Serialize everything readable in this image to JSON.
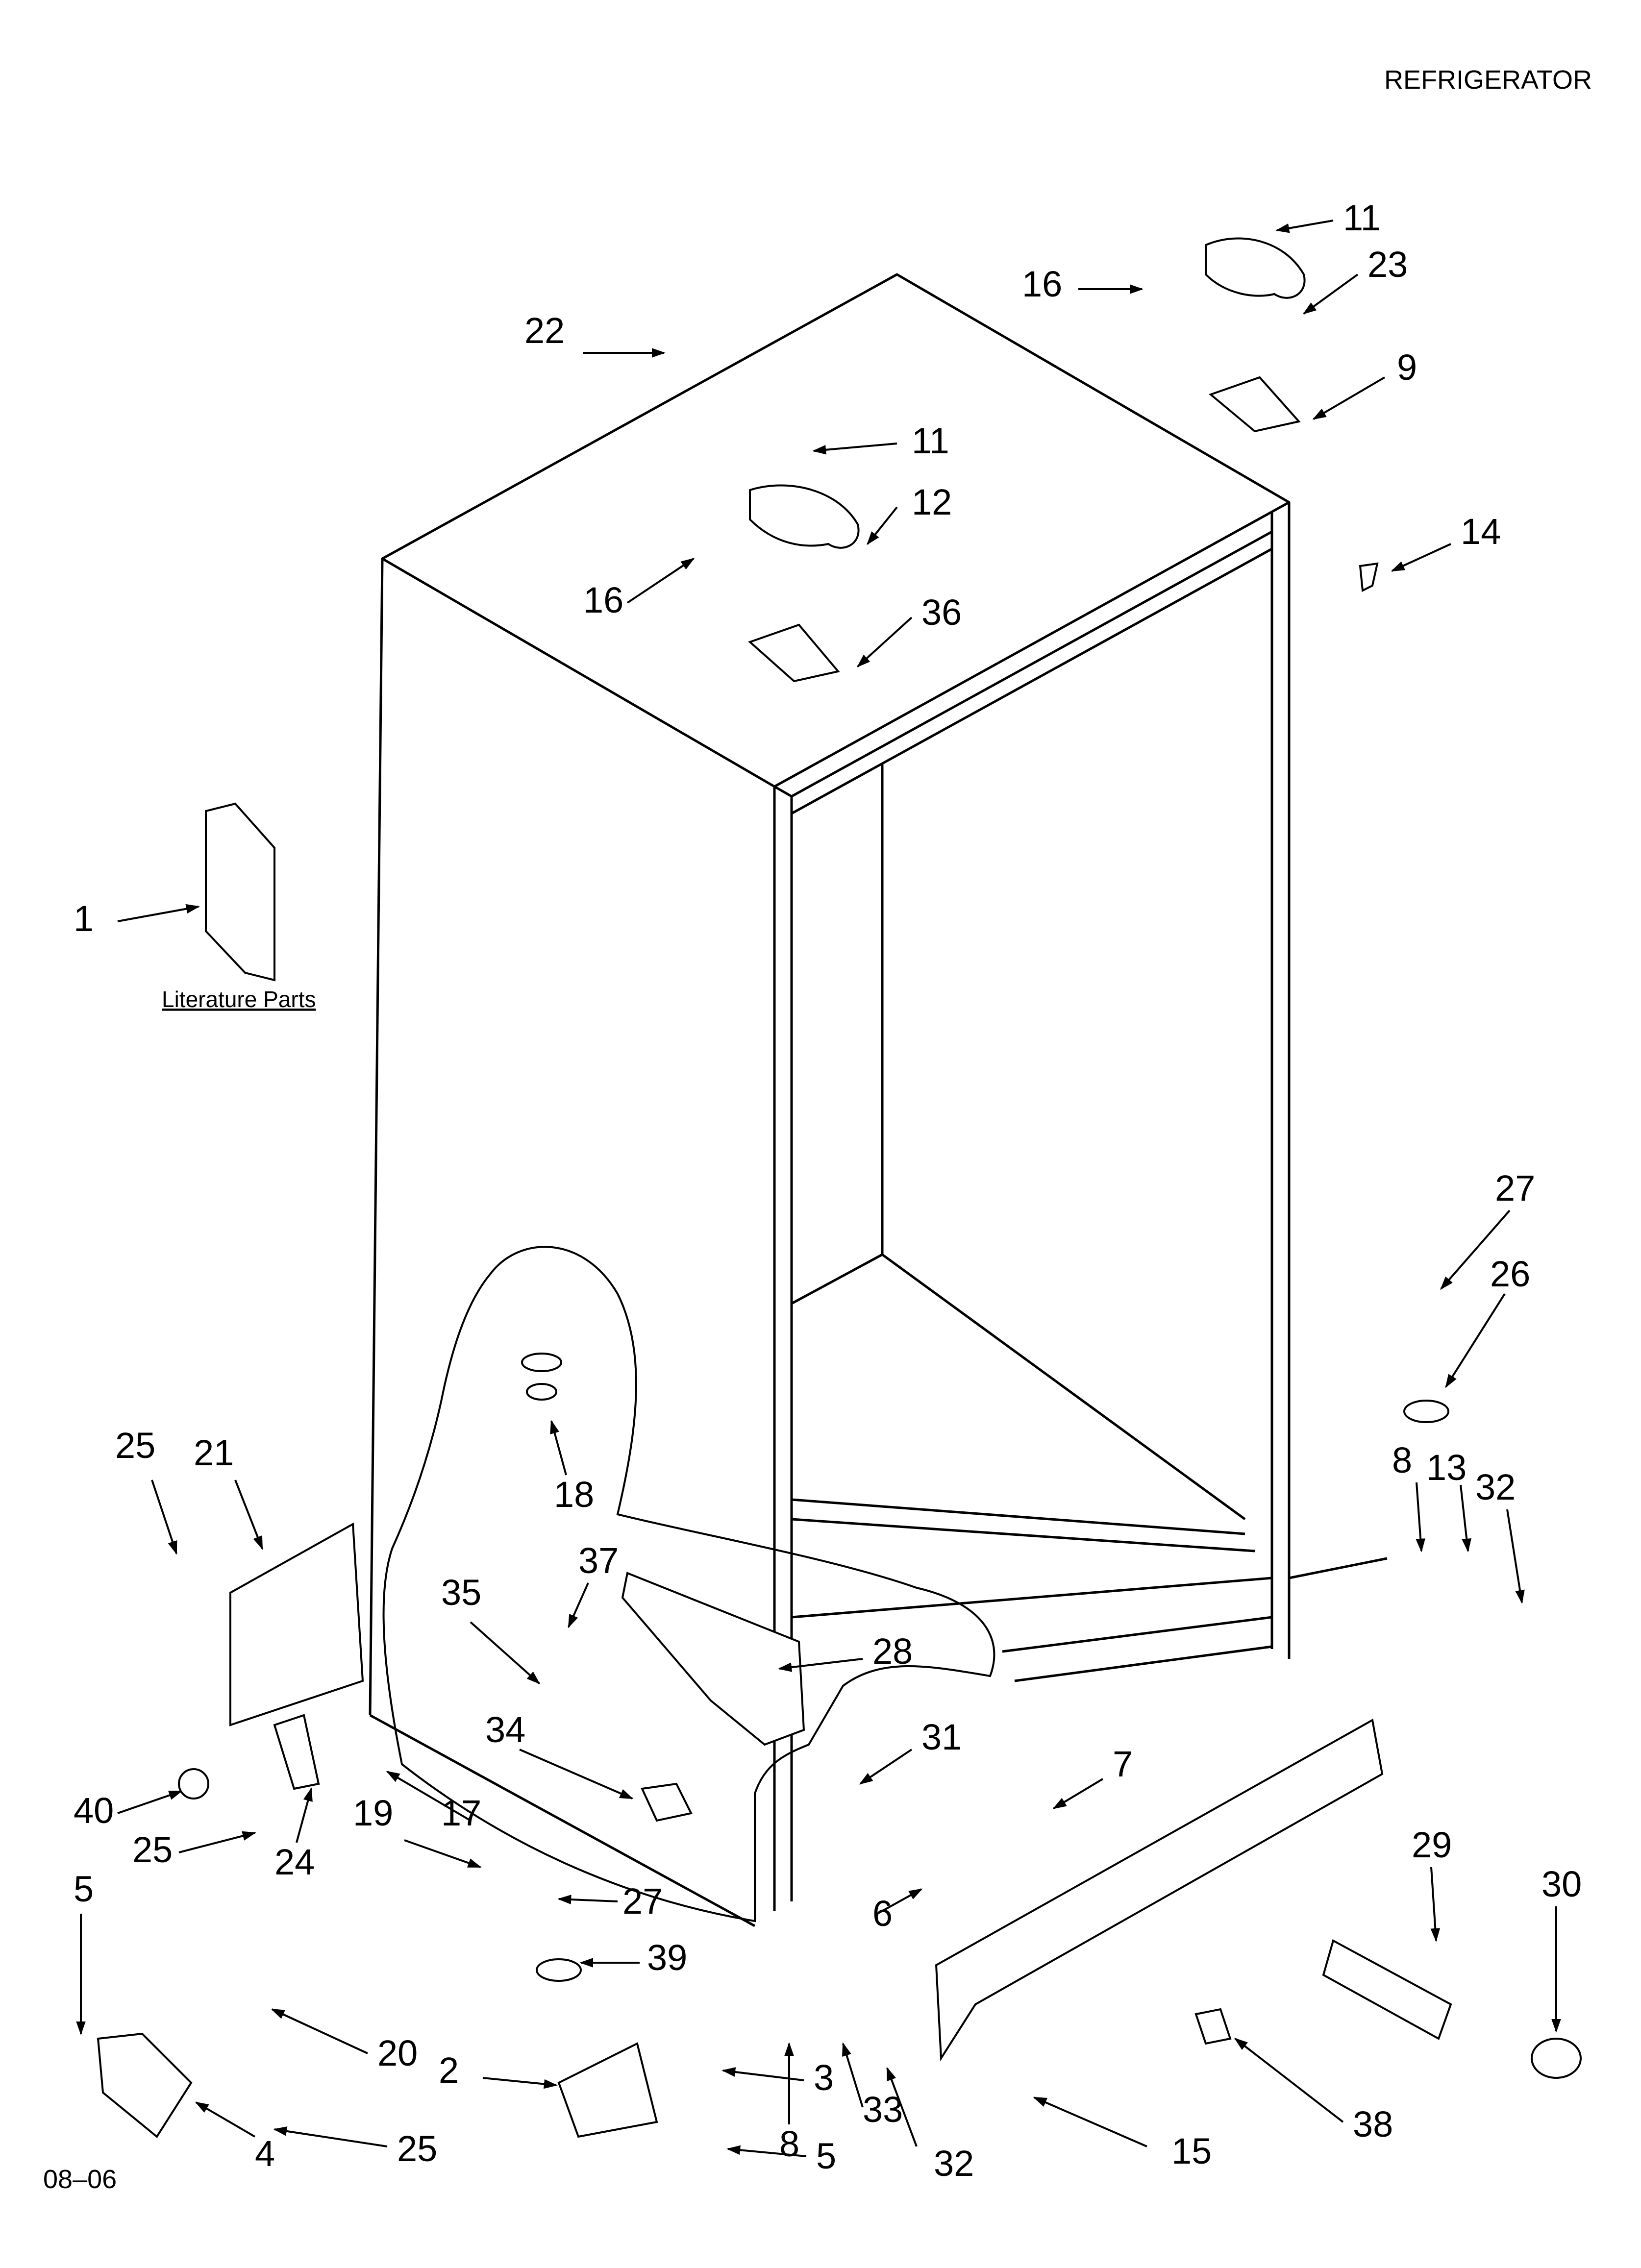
{
  "header": {
    "title": "REFRIGERATOR"
  },
  "footer": {
    "code": "08–06"
  },
  "caption": {
    "literature": "Literature Parts"
  },
  "callouts": [
    "1",
    "22",
    "11",
    "23",
    "16",
    "9",
    "11",
    "12",
    "16",
    "36",
    "14",
    "27",
    "26",
    "25",
    "21",
    "18",
    "8",
    "13",
    "32",
    "37",
    "35",
    "28",
    "34",
    "31",
    "7",
    "40",
    "25",
    "24",
    "19",
    "17",
    "27",
    "39",
    "6",
    "29",
    "30",
    "5",
    "20",
    "2",
    "3",
    "8",
    "33",
    "32",
    "4",
    "25",
    "5",
    "15",
    "38"
  ],
  "colors": {
    "ink": "#000000",
    "paper": "#ffffff"
  }
}
